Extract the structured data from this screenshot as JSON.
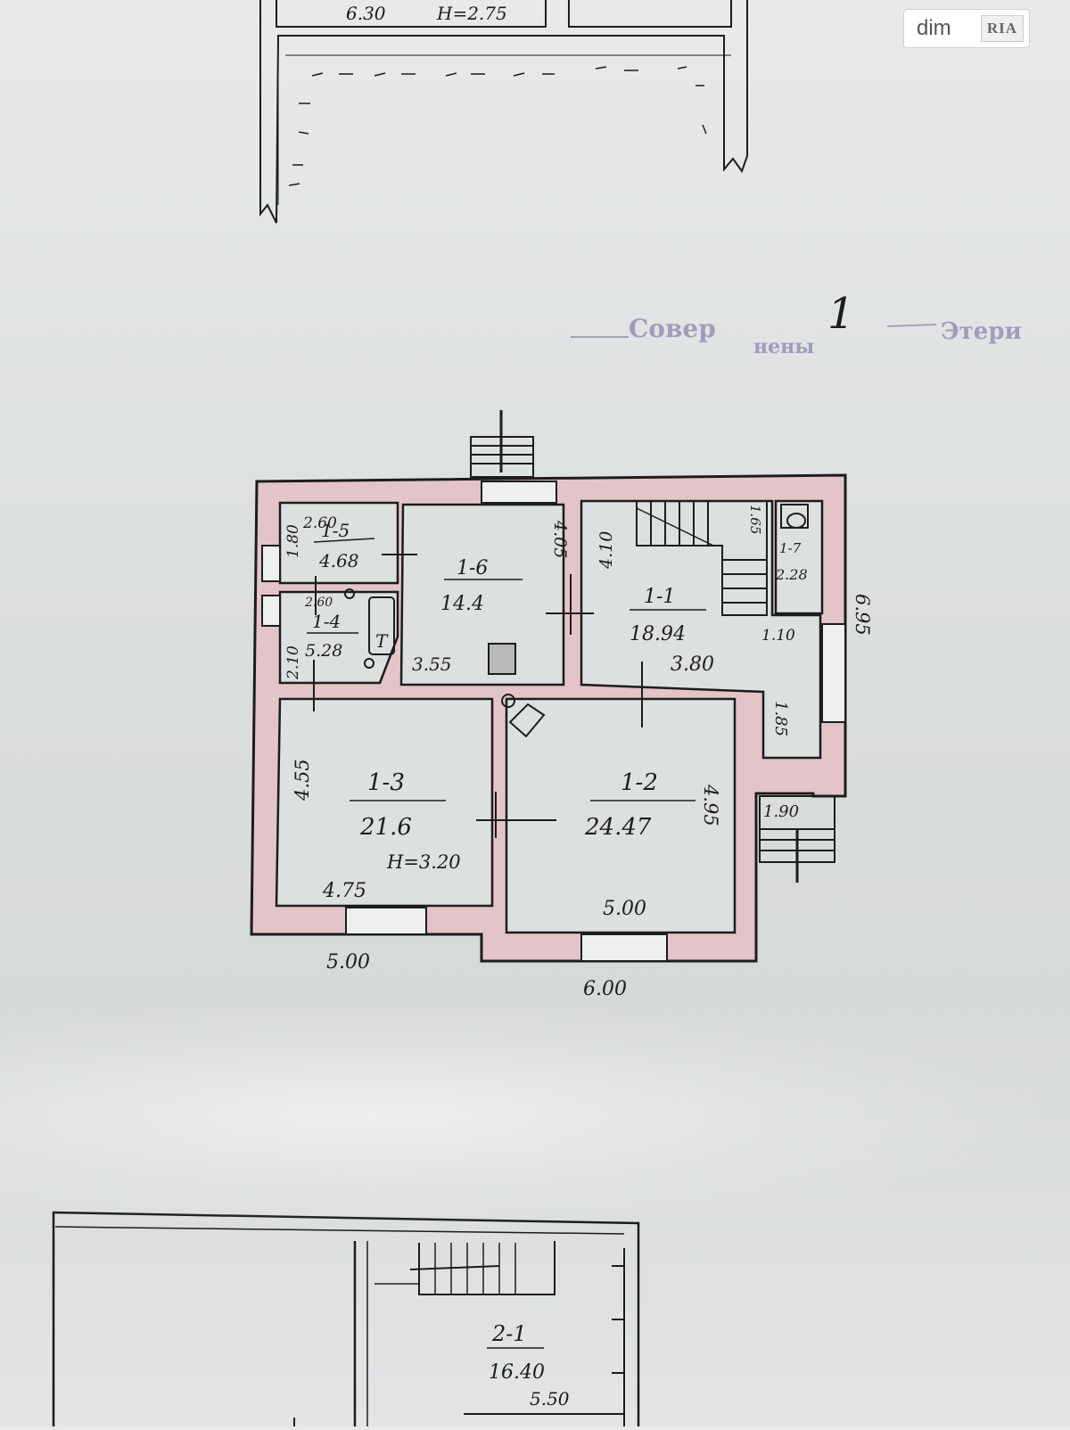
{
  "watermark": {
    "brand_dim": "dim",
    "brand_ria": "RIA"
  },
  "stamp_text": {
    "left": "Совер",
    "middle": "нены",
    "right": "Этери"
  },
  "floor_number": "1",
  "top_plan": {
    "labels": [
      "6.30",
      "H=2.75"
    ]
  },
  "rooms": [
    {
      "id": "1-1",
      "area": "18.94"
    },
    {
      "id": "1-2",
      "area": "24.47"
    },
    {
      "id": "1-3",
      "area": "21.6"
    },
    {
      "id": "1-4",
      "area": "5.28"
    },
    {
      "id": "1-5",
      "area": "4.68"
    },
    {
      "id": "1-6",
      "area": "14.4"
    },
    {
      "id": "1-7",
      "area": "2.28"
    }
  ],
  "dimensions": {
    "r5_width": "2.60",
    "r5_height": "1.80",
    "r4_width": "2.60",
    "r4_height": "2.10",
    "r6_width": "3.55",
    "r6_height": "4.05",
    "r1_width": "3.80",
    "r1_height": "4.10",
    "r1_side": "1.65",
    "r7_width": "1.10",
    "outer_right": "6.95",
    "r3_height": "4.55",
    "r3_width": "4.75",
    "ceiling_height": "H=3.20",
    "r2_height": "4.95",
    "r2_width": "5.00",
    "corridor": "1.85",
    "porch": "1.90",
    "bottom_left": "5.00",
    "bottom_right": "6.00"
  },
  "fixtures": {
    "bath": "T"
  },
  "bottom_plan": {
    "room_id": "2-1",
    "area": "16.40",
    "width": "5.50"
  },
  "colors": {
    "wall_fill": "#e3c4c8",
    "ink": "#1c1c1c",
    "stamp": "#8a86a8",
    "paper": "#dcdfe0"
  }
}
